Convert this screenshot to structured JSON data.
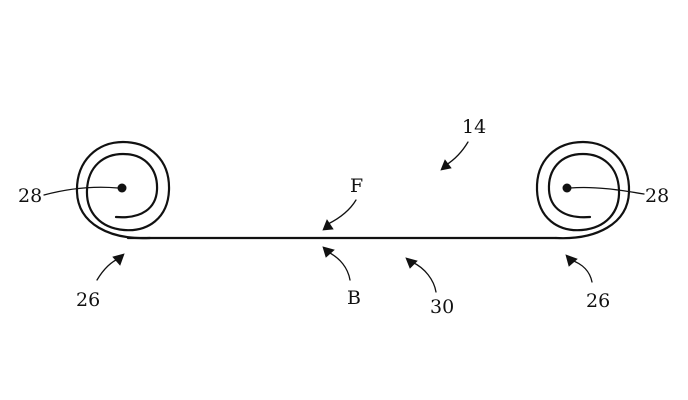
{
  "figure": {
    "line_color": "#111111",
    "background": "#ffffff",
    "labels": {
      "assembly": "14",
      "roll_left": "26",
      "roll_right": "26",
      "axis_left": "28",
      "axis_right": "28",
      "front_face": "F",
      "back_face": "B",
      "sheet": "30"
    }
  }
}
